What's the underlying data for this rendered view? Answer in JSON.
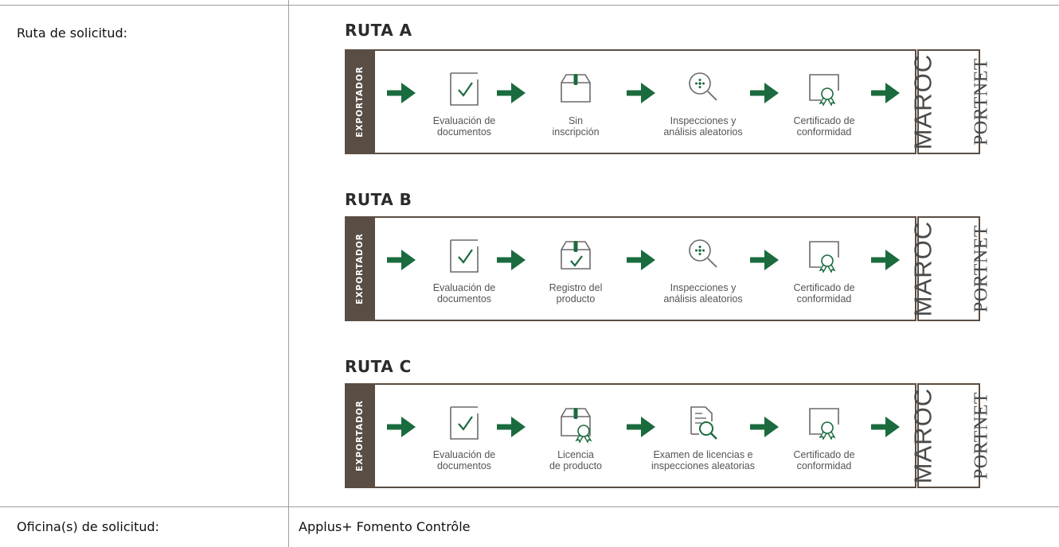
{
  "rows": [
    {
      "label": "Ruta de solicitud:"
    },
    {
      "label": "Oficina(s) de solicitud:",
      "value": "Applus+ Fomento Contrôle"
    }
  ],
  "routes": [
    {
      "title": "RUTA A",
      "side_label": "EXPORTADOR",
      "brand": {
        "line1": "MAROC",
        "line2": "PORTNET"
      },
      "steps": [
        {
          "icon": "checkbox-check-icon",
          "label_lines": [
            "Evaluación de",
            "documentos"
          ]
        },
        {
          "icon": "box-icon",
          "label_lines": [
            "Sin",
            "inscripción"
          ]
        },
        {
          "icon": "magnifier-dots-icon",
          "label_lines": [
            "Inspecciones y",
            "análisis aleatorios"
          ]
        },
        {
          "icon": "certificate-icon",
          "label_lines": [
            "Certificado de",
            "conformidad"
          ]
        }
      ]
    },
    {
      "title": "RUTA B",
      "side_label": "EXPORTADOR",
      "brand": {
        "line1": "MAROC",
        "line2": "PORTNET"
      },
      "steps": [
        {
          "icon": "checkbox-check-icon",
          "label_lines": [
            "Evaluación de",
            "documentos"
          ]
        },
        {
          "icon": "box-check-icon",
          "label_lines": [
            "Registro del",
            "producto"
          ]
        },
        {
          "icon": "magnifier-dots-icon",
          "label_lines": [
            "Inspecciones y",
            "análisis aleatorios"
          ]
        },
        {
          "icon": "certificate-icon",
          "label_lines": [
            "Certificado de",
            "conformidad"
          ]
        }
      ]
    },
    {
      "title": "RUTA C",
      "side_label": "EXPORTADOR",
      "brand": {
        "line1": "MAROC",
        "line2": "PORTNET"
      },
      "steps": [
        {
          "icon": "checkbox-check-icon",
          "label_lines": [
            "Evaluación de",
            "documentos"
          ]
        },
        {
          "icon": "box-award-icon",
          "label_lines": [
            "Licencia",
            "de producto"
          ]
        },
        {
          "icon": "document-search-icon",
          "label_lines": [
            "Examen de licencias e",
            "inspecciones aleatorias"
          ]
        },
        {
          "icon": "certificate-icon",
          "label_lines": [
            "Certificado de",
            "conformidad"
          ]
        }
      ]
    }
  ],
  "colors": {
    "green": "#1a6b3e",
    "brown": "#5a4d43",
    "line_gray": "#9e9e9e",
    "icon_gray": "#6a6a6a",
    "text_gray": "#555555"
  }
}
